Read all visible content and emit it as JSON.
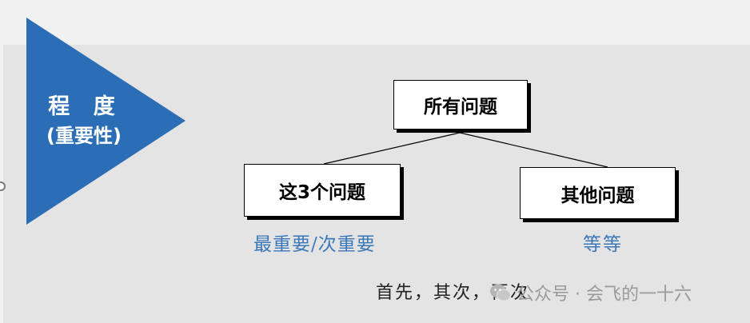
{
  "colors": {
    "triangle": "#2c6eb5",
    "caption": "#3a78b8",
    "background": "#e4e4e4"
  },
  "triangle": {
    "title": "程 度",
    "subtitle": "(重要性)"
  },
  "tree": {
    "root": "所有问题",
    "left_child": "这3个问题",
    "right_child": "其他问题"
  },
  "captions": {
    "left": "最重要/次重要",
    "right": "等等"
  },
  "order_note": "首先，其次，再次",
  "watermark": {
    "icon": "wechat-icon",
    "text": "公众号 · 会飞的一十六"
  }
}
